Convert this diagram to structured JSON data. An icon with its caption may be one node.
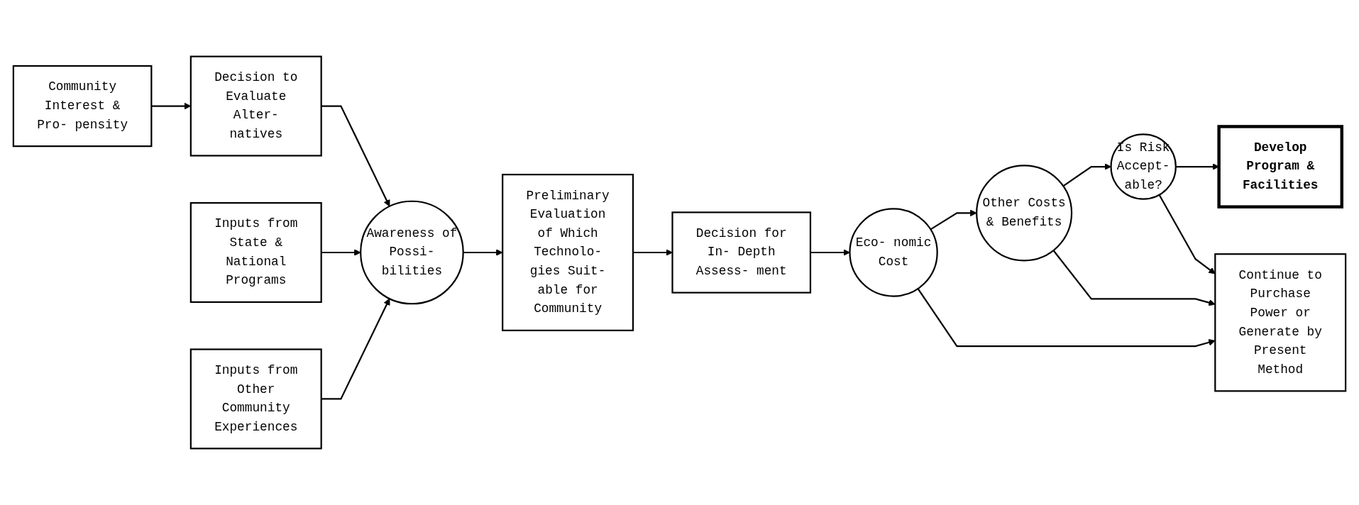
{
  "diagram": {
    "nodes": [
      {
        "text": [
          "Community Interest & Pro- pensity"
        ]
      },
      {
        "text": [
          "Decision to Evaluate Alter- natives"
        ]
      },
      {
        "text": [
          "Inputs from State & National Programs"
        ]
      },
      {
        "text": [
          "Awareness of Possi- bilities"
        ]
      },
      {
        "text": [
          "Inputs from Other Community Experiences"
        ]
      },
      {
        "text": [
          "Preliminary Evaluation of Which Technolo- gies Suit- able for Community"
        ]
      },
      {
        "text": [
          "Decision for In- Depth Assess- ment"
        ]
      },
      {
        "text": [
          "Eco- nomic Cost"
        ]
      },
      {
        "text": [
          "Other Costs & Benefits"
        ]
      },
      {
        "text": [
          "Is Risk Accept- able?"
        ]
      },
      {
        "text": [
          "Develop Program & Facilities"
        ]
      },
      {
        "text": [
          "Continue to Purchase Power or Generate by Present Method"
        ]
      }
    ],
    "edges": [
      {
        "from": 0,
        "to": 1,
        "arrow": "to"
      },
      {
        "from": 1,
        "to": 3,
        "arrow": "to"
      },
      {
        "from": 2,
        "to": 3,
        "arrow": "to"
      },
      {
        "from": 4,
        "to": 3,
        "arrow": "to"
      },
      {
        "from": 3,
        "to": 5,
        "arrow": "to"
      },
      {
        "from": 5,
        "to": 6,
        "arrow": "to"
      },
      {
        "from": 6,
        "to": 7,
        "arrow": "to"
      },
      {
        "from": 7,
        "to": 8,
        "arrow": "to"
      },
      {
        "from": 8,
        "to": 9,
        "arrow": "to"
      },
      {
        "from": 9,
        "to": 10,
        "arrow": "to"
      },
      {
        "from": 7,
        "to": 11,
        "arrow": "to"
      },
      {
        "from": 8,
        "to": 11,
        "arrow": "to"
      },
      {
        "from": 9,
        "to": 11,
        "arrow": "to"
      }
    ]
  }
}
